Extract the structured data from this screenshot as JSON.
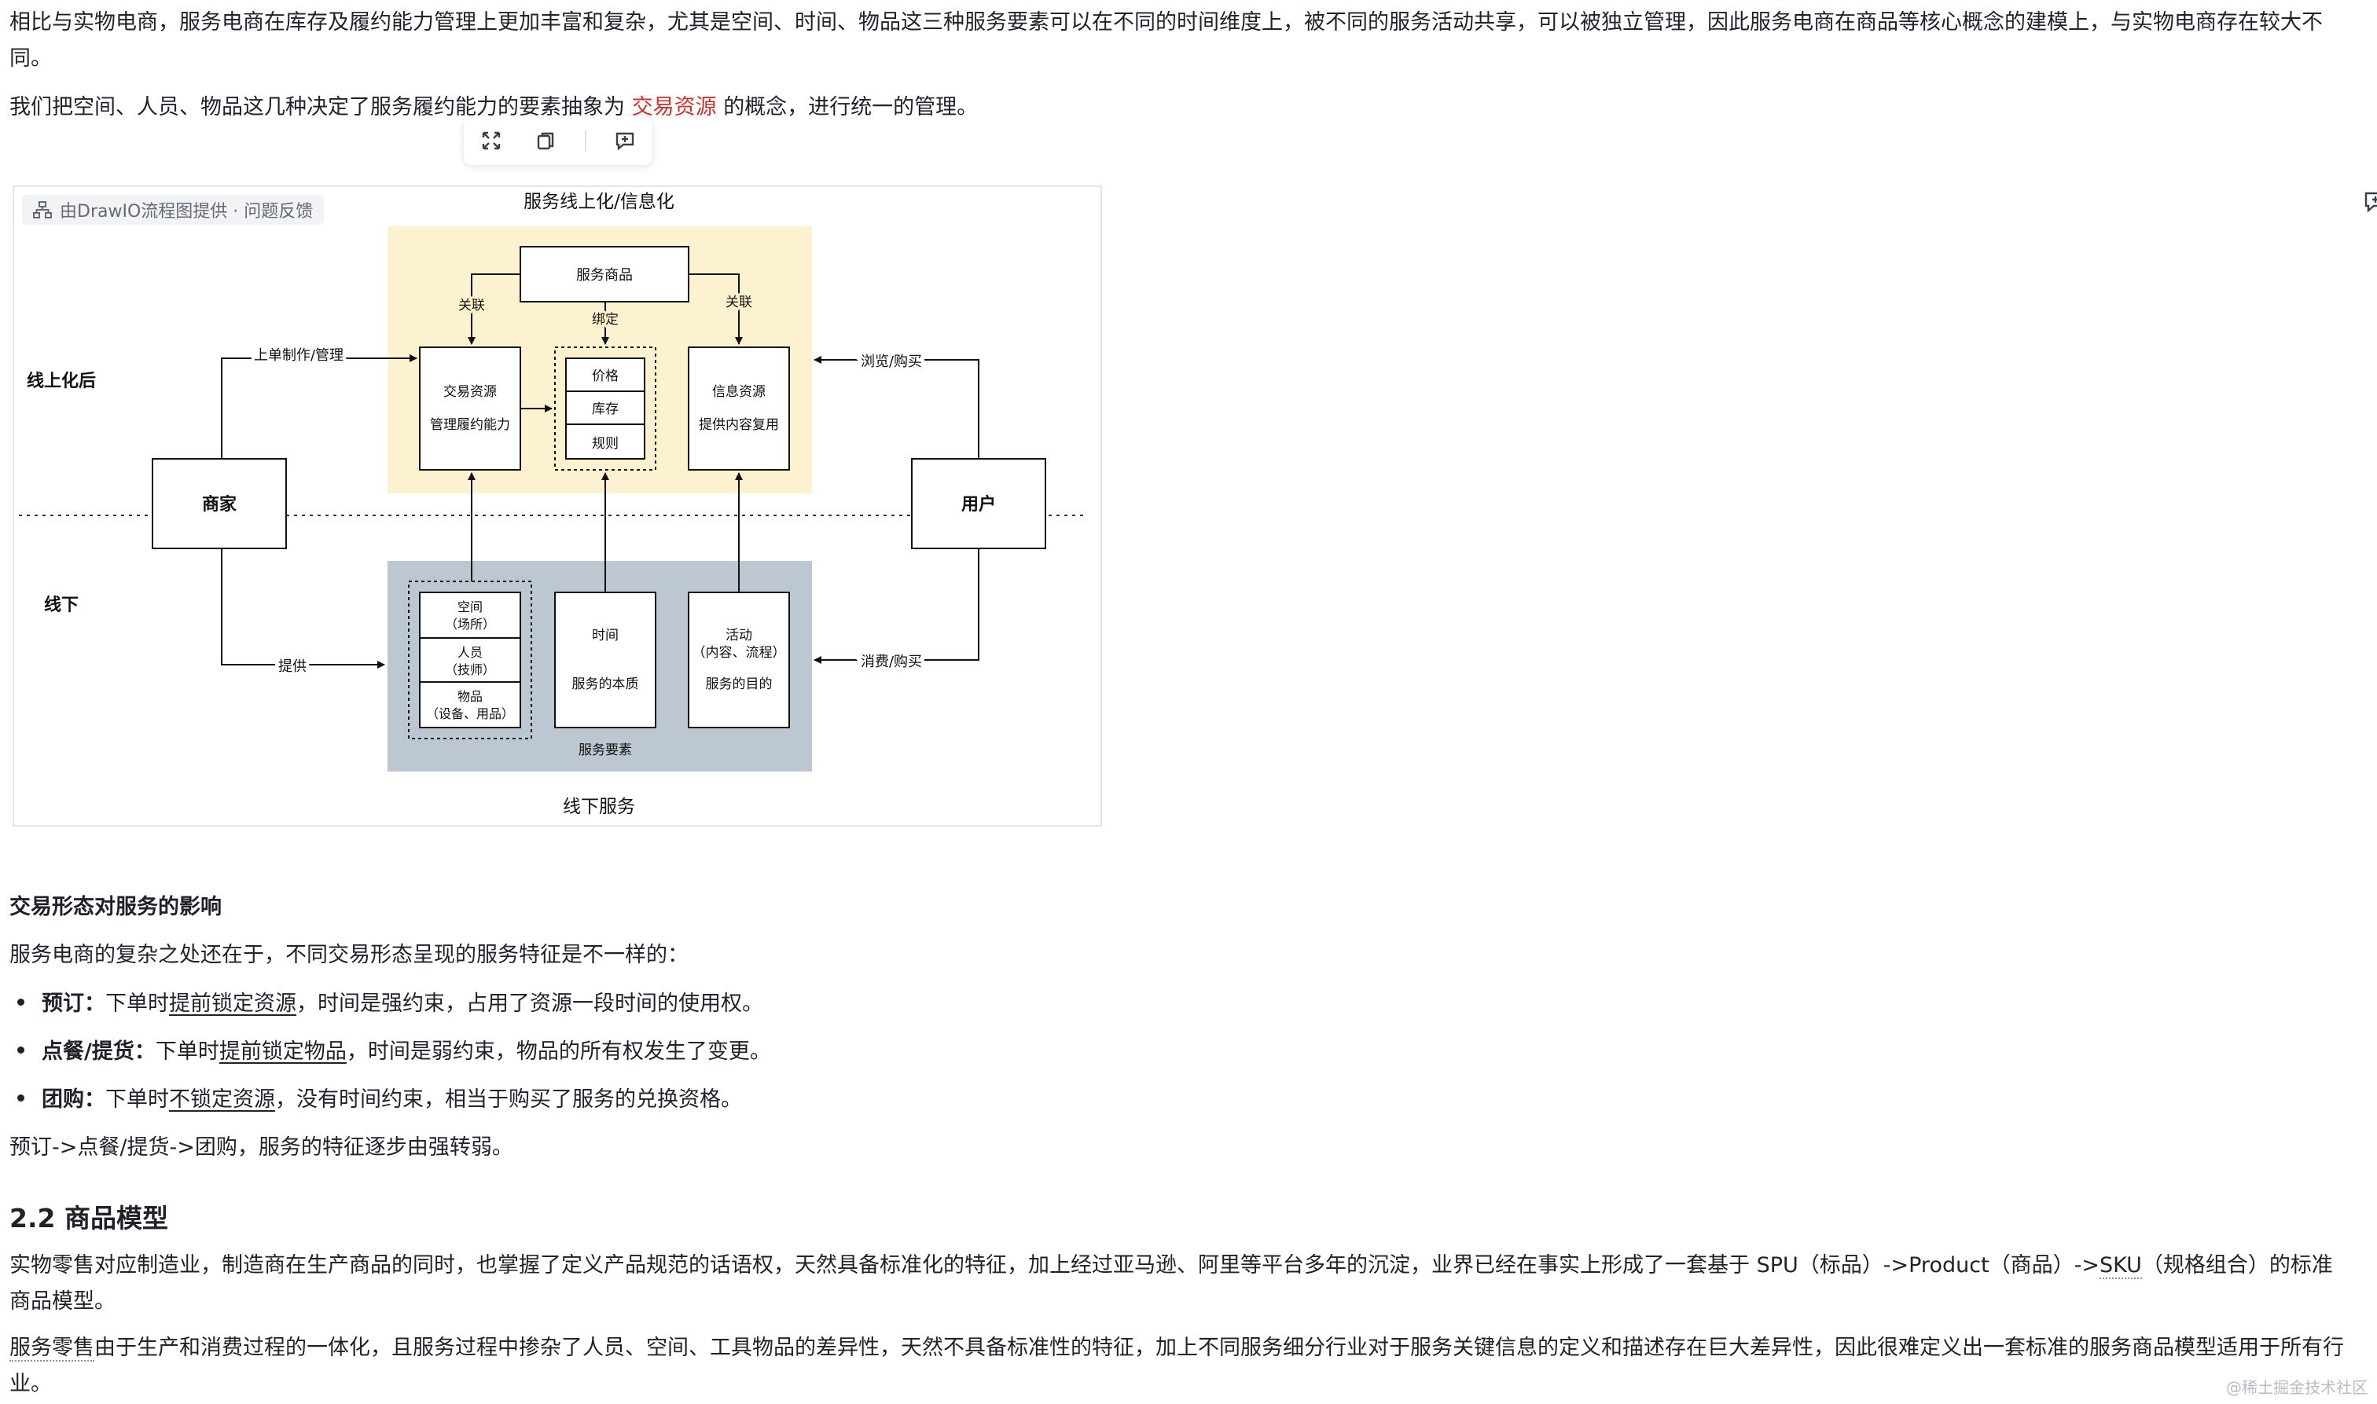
{
  "intro": {
    "p1": "相比与实物电商，服务电商在库存及履约能力管理上更加丰富和复杂，尤其是空间、时间、物品这三种服务要素可以在不同的时间维度上，被不同的服务活动共享，可以被独立管理，因此服务电商在商品等核心概念的建模上，与实物电商存在较大不同。",
    "p2_a": "我们把空间、人员、物品这几种决定了服务履约能力的要素抽象为",
    "p2_red": "交易资源",
    "p2_b": "的概念，进行统一的管理。"
  },
  "toolbar": {
    "icons": [
      "fullscreen-icon",
      "copy-icon",
      "comment-add-icon"
    ]
  },
  "diagram": {
    "drawio_tag": "由DrawIO流程图提供 · 问题反馈",
    "top_title": "服务线上化/信息化",
    "bottom_title": "线下服务",
    "online_label": "线上化后",
    "offline_label": "线下",
    "service_product": "服务商品",
    "rel_left": "关联",
    "bind": "绑定",
    "rel_right": "关联",
    "trade_res": "交易资源",
    "trade_res_sub": "管理履约能力",
    "price": "价格",
    "stock": "库存",
    "rules": "规则",
    "info_res": "信息资源",
    "info_res_sub": "提供内容复用",
    "merchant": "商家",
    "user": "用户",
    "order_make": "上单制作/管理",
    "browse_buy": "浏览/购买",
    "provide": "提供",
    "consume_buy": "消费/购买",
    "space": "空间",
    "space_sub": "（场所）",
    "person": "人员",
    "person_sub": "（技师）",
    "item": "物品",
    "item_sub": "（设备、用品）",
    "time": "时间",
    "time_sub": "服务的本质",
    "activity": "活动",
    "activity_sub": "（内容、流程）",
    "activity_sub2": "服务的目的",
    "elements": "服务要素"
  },
  "section1": {
    "heading": "交易形态对服务的影响",
    "intro": "服务电商的复杂之处还在于，不同交易形态呈现的服务特征是不一样的：",
    "items": [
      {
        "label": "预订：",
        "pre": "下单时",
        "u": "提前锁定资源",
        "post": "，时间是强约束，占用了资源一段时间的使用权。"
      },
      {
        "label": "点餐/提货：",
        "pre": "下单时",
        "u": "提前锁定物品",
        "post": "，时间是弱约束，物品的所有权发生了变更。"
      },
      {
        "label": "团购：",
        "pre": "下单时",
        "u": "不锁定资源",
        "post": "，没有时间约束，相当于购买了服务的兑换资格。"
      }
    ],
    "summary": "预订->点餐/提货->团购，服务的特征逐步由强转弱。"
  },
  "section2": {
    "heading": "2.2 商品模型",
    "p1_a": "实物零售对应制造业，制造商在生产商品的同时，也掌握了定义产品规范的话语权，天然具备标准化的特征，加上经过亚马逊、阿里等平台多年的沉淀，业界已经在事实上形成了一套基于 SPU（标品）->Product（商品）->",
    "p1_sku": "SKU",
    "p1_b": "（规格组合）的标准商品模型。",
    "p2_u": "服务零售",
    "p2_b": "由于生产和消费过程的一体化，且服务过程中掺杂了人员、空间、工具物品的差异性，天然不具备标准性的特征，加上不同服务细分行业对于服务关键信息的定义和描述存在巨大差异性，因此很难定义出一套标准的服务商品模型适用于所有行业。"
  },
  "watermark": "@稀土掘金技术社区"
}
